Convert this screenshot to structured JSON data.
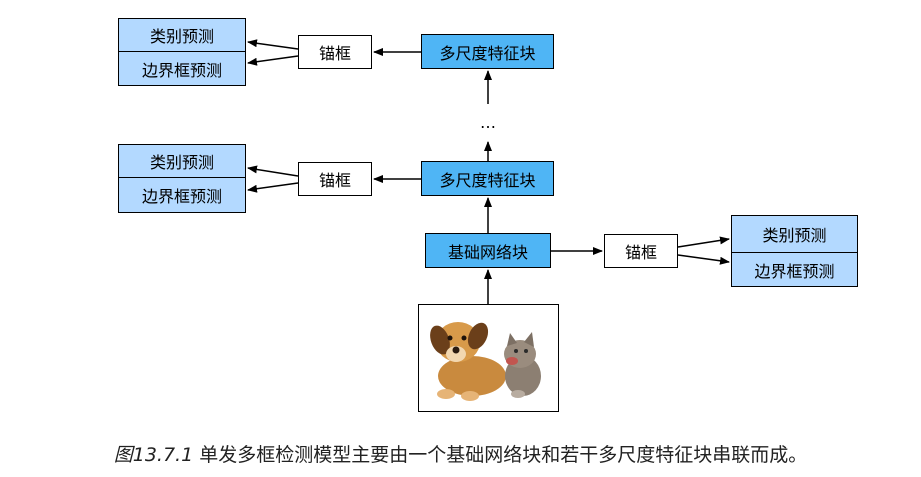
{
  "diagram": {
    "top": {
      "class_pred": "类别预测",
      "bbox_pred": "边界框预测",
      "anchor": "锚框",
      "feature_block": "多尺度特征块"
    },
    "ellipsis": "…",
    "middle": {
      "class_pred": "类别预测",
      "bbox_pred": "边界框预测",
      "anchor": "锚框",
      "feature_block": "多尺度特征块"
    },
    "base": {
      "base_block": "基础网络块",
      "anchor": "锚框",
      "class_pred": "类别预测",
      "bbox_pred": "边界框预测"
    }
  },
  "caption": {
    "figure_label": "图13.7.1",
    "text": " 单发多框检测模型主要由一个基础网络块和若干多尺度特征块串联而成。"
  }
}
